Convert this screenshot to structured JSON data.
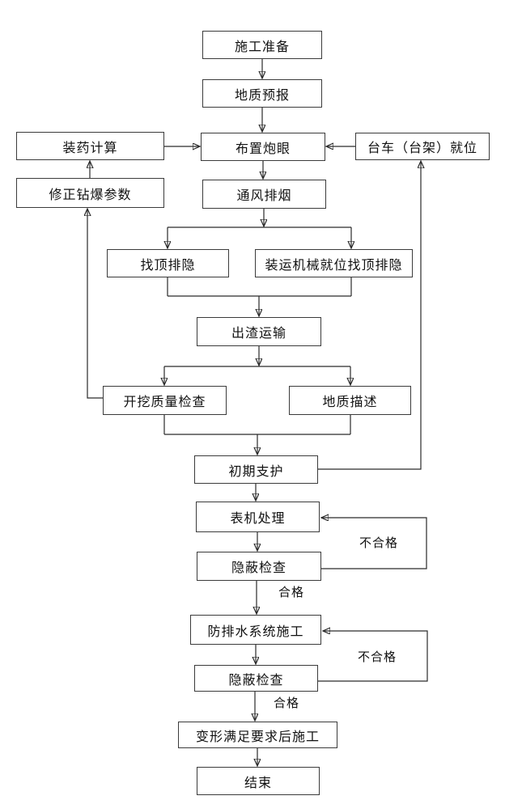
{
  "diagram": {
    "type": "flowchart",
    "nodes": [
      {
        "id": "construction-prep",
        "label": "施工准备"
      },
      {
        "id": "geological-forecast",
        "label": "地质预报"
      },
      {
        "id": "arrange-blastholes",
        "label": "布置炮眼"
      },
      {
        "id": "charge-calculation",
        "label": "装药计算"
      },
      {
        "id": "revise-drill-blast-params",
        "label": "修正钻爆参数"
      },
      {
        "id": "trolley-in-position",
        "label": "台车（台架）就位"
      },
      {
        "id": "ventilation-smoke",
        "label": "通风排烟"
      },
      {
        "id": "roof-scaling",
        "label": "找顶排隐"
      },
      {
        "id": "loading-machine-scaling",
        "label": "装运机械就位找顶排隐"
      },
      {
        "id": "slag-transport",
        "label": "出渣运输"
      },
      {
        "id": "excavation-quality-check",
        "label": "开挖质量检查"
      },
      {
        "id": "geological-description",
        "label": "地质描述"
      },
      {
        "id": "initial-support",
        "label": "初期支护"
      },
      {
        "id": "surface-treatment",
        "label": "表机处理"
      },
      {
        "id": "hidden-inspection-1",
        "label": "隐蔽检查"
      },
      {
        "id": "drainage-system-construction",
        "label": "防排水系统施工"
      },
      {
        "id": "hidden-inspection-2",
        "label": "隐蔽检查"
      },
      {
        "id": "deformation-satisfied",
        "label": "变形满足要求后施工"
      },
      {
        "id": "end",
        "label": "结束"
      }
    ],
    "edge_labels": [
      {
        "id": "fail-1",
        "text": "不合格"
      },
      {
        "id": "pass-1",
        "text": "合格"
      },
      {
        "id": "fail-2",
        "text": "不合格"
      },
      {
        "id": "pass-2",
        "text": "合格"
      }
    ],
    "colors": {
      "background": "#ffffff",
      "box_border": "#3b3b3b",
      "line": "#2a2a2a",
      "text": "#111111"
    }
  }
}
